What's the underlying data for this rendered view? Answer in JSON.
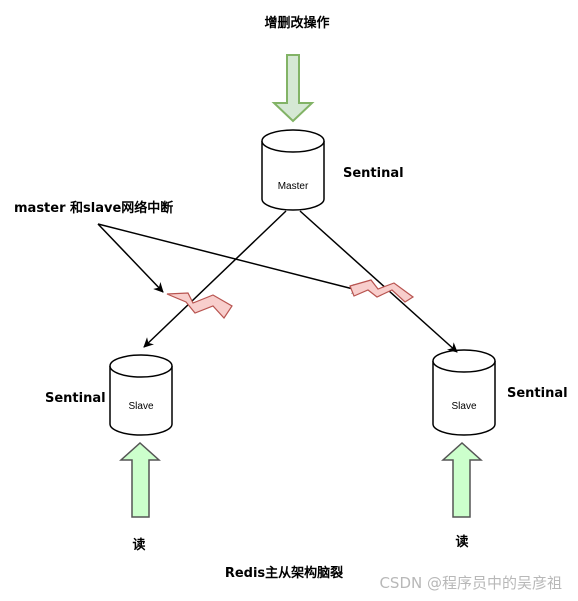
{
  "labels": {
    "top_operation": "增删改操作",
    "network_break": "master 和slave网络中断",
    "caption": "Redis主从架构脑裂",
    "read_left": "读",
    "read_right": "读"
  },
  "nodes": {
    "master": {
      "label": "Master",
      "sentinel": "Sentinal"
    },
    "slave_left": {
      "label": "Slave",
      "sentinel": "Sentinal"
    },
    "slave_right": {
      "label": "Slave",
      "sentinel": "Sentinal"
    }
  },
  "watermark": "CSDN @程序员中的吴彦祖",
  "colors": {
    "write_arrow_fill": "#d5e8d4",
    "write_arrow_stroke": "#82b366",
    "read_arrow_fill": "#ccffcc",
    "read_arrow_stroke": "#555555",
    "break_fill": "#f8cecc",
    "break_stroke": "#b85450"
  }
}
